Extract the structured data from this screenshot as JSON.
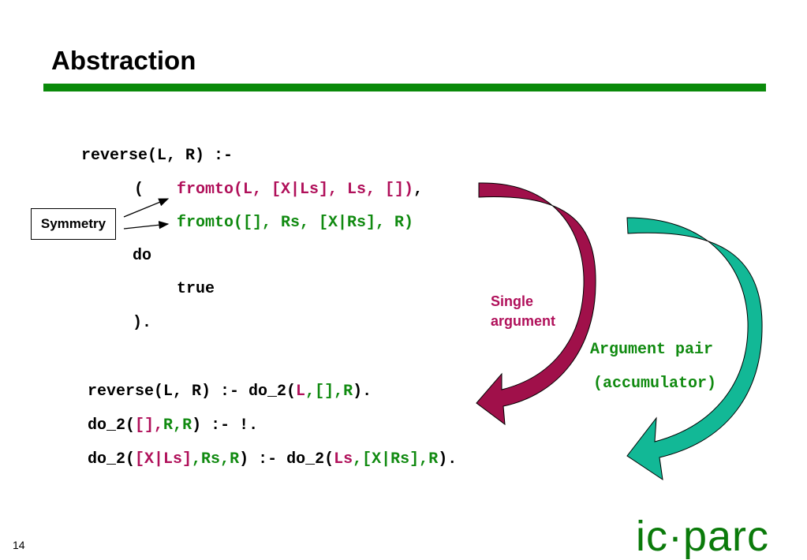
{
  "slide": {
    "title": "Abstraction",
    "page_number": "14",
    "symmetry_label": "Symmetry",
    "single_argument_line1": "Single",
    "single_argument_line2": "argument",
    "argument_pair_line1": "Argument pair",
    "argument_pair_line2": "(accumulator)",
    "logo_text": "ic·parc"
  },
  "code_block_1": {
    "line1": "reverse(L, R) :-",
    "line2_open": "(",
    "line2_call": "fromto(L, [X|Ls], Ls, [])",
    "line2_comma": ",",
    "line3_call": "fromto([], Rs, [X|Rs], R)",
    "line4": "do",
    "line5": "true",
    "line6": ")."
  },
  "code_block_2": {
    "l1_a": "reverse(L, R) :- do_2(",
    "l1_b": "L",
    "l1_c": ",",
    "l1_d": "[]",
    "l1_e": ",",
    "l1_f": "R",
    "l1_g": ").",
    "l2_a": "do_2(",
    "l2_b": "[]",
    "l2_c": ",",
    "l2_d": "R",
    "l2_e": ",",
    "l2_f": "R",
    "l2_g": ") :- !.",
    "l3_a": "do_2(",
    "l3_b": "[X|Ls]",
    "l3_c": ",",
    "l3_d": "Rs",
    "l3_e": ",",
    "l3_f": "R",
    "l3_g": ") :- do_2(",
    "l3_h": "Ls",
    "l3_i": ",",
    "l3_j": "[X|Rs]",
    "l3_k": ",",
    "l3_l": "R",
    "l3_m": ")."
  },
  "colors": {
    "accent_green": "#108a10",
    "accent_magenta": "#b0105a",
    "arrow_teal": "#10b090",
    "arrow_maroon": "#a0104a"
  }
}
